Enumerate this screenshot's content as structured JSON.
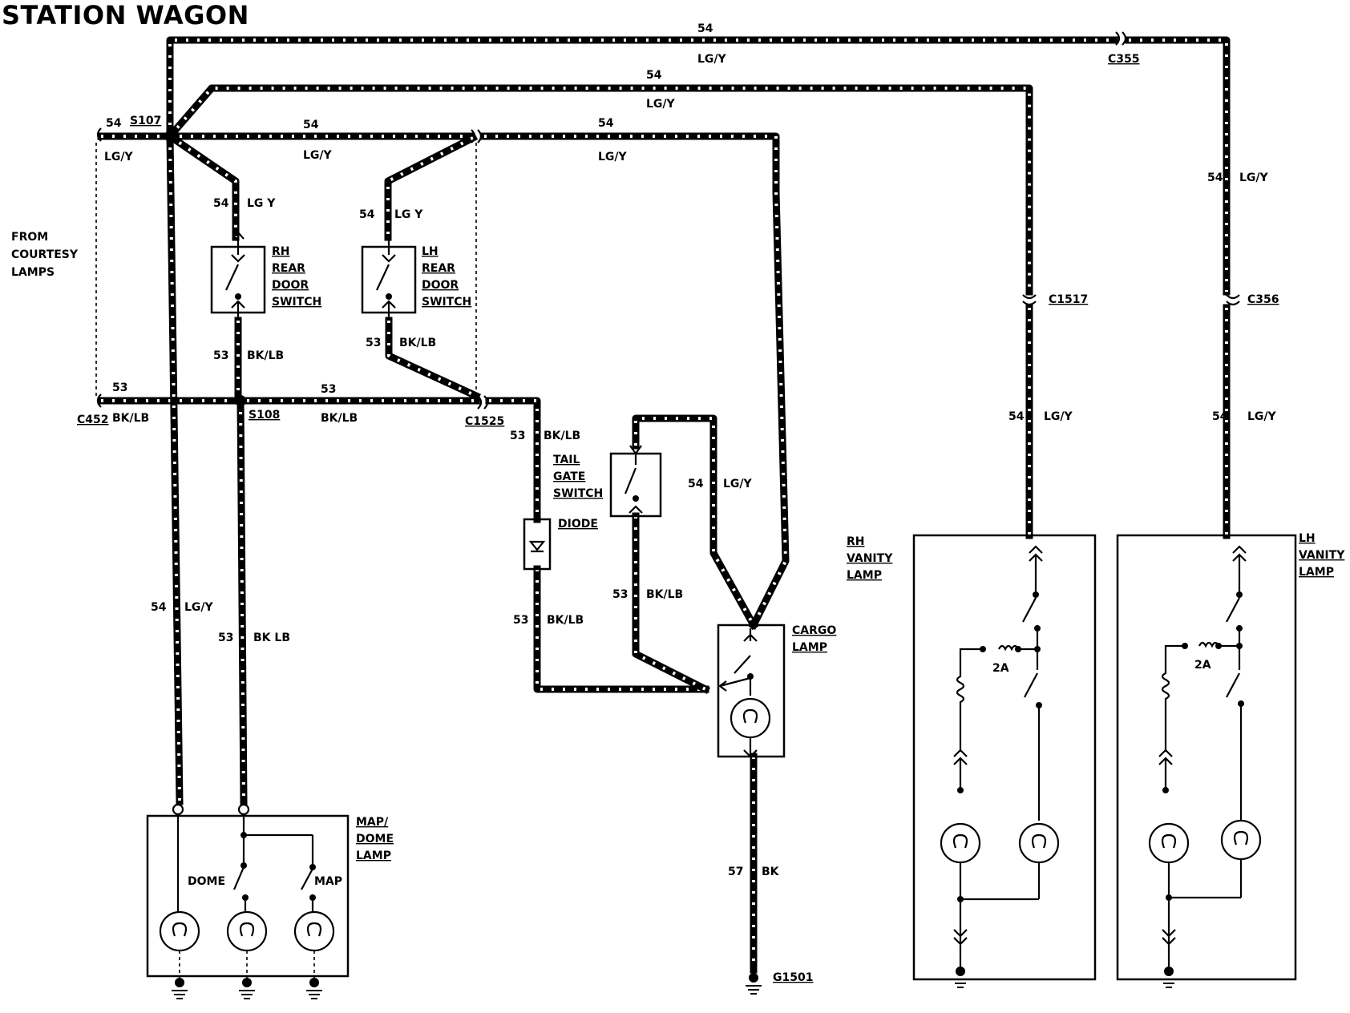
{
  "title": "STATION WAGON",
  "wire_labels": {
    "top_54": "54",
    "top_lgy": "LG/Y",
    "second_54": "54",
    "second_lgy": "LG/Y",
    "mid_left_54": "54",
    "mid_left_lgy": "LG/Y",
    "mid_center_54": "54",
    "mid_center_lgy": "LG/Y",
    "mid_right_54": "54",
    "mid_right_lgy": "LG/Y",
    "rh_switch_54": "54",
    "rh_switch_lgy": "LG Y",
    "lh_switch_54": "54",
    "lh_switch_lgy": "LG Y",
    "rh_switch_53": "53",
    "rh_switch_bklb": "BK/LB",
    "lh_switch_53": "53",
    "lh_switch_bklb": "BK/LB",
    "low_left_53": "53",
    "low_left_bklb": "BK/LB",
    "low_center_53": "53",
    "low_center_bklb": "BK/LB",
    "c1525_53": "53",
    "c1525_bklb": "BK/LB",
    "diode_53": "53",
    "diode_bklb": "BK/LB",
    "tailgate_53": "53",
    "tailgate_bklb": "BK/LB",
    "cargo_54": "54",
    "cargo_lgy": "LG/Y",
    "map_54": "54",
    "map_lgy": "LG/Y",
    "map_53": "53",
    "map_bklb": "BK LB",
    "ground_57": "57",
    "ground_bk": "BK",
    "rhv_top_54": "54",
    "rhv_top_lgy": "LG/Y",
    "rhv_bot_54": "54",
    "rhv_bot_lgy": "LG/Y",
    "lhv_top_54": "54",
    "lhv_top_lgy": "LG/Y",
    "lhv_bot_54": "54",
    "lhv_bot_lgy": "LG/Y"
  },
  "connectors": {
    "s107": "S107",
    "s108": "S108",
    "c452": "C452",
    "c1525": "C1525",
    "c355": "C355",
    "c1517": "C1517",
    "c356": "C356",
    "g1501": "G1501"
  },
  "components": {
    "from_courtesy": [
      "FROM",
      "COURTESY",
      "LAMPS"
    ],
    "rh_rear_door_switch": [
      "RH",
      "REAR",
      "DOOR",
      "SWITCH"
    ],
    "lh_rear_door_switch": [
      "LH",
      "REAR",
      "DOOR",
      "SWITCH"
    ],
    "tail_gate_switch": [
      "TAIL",
      "GATE",
      "SWITCH"
    ],
    "diode": "DIODE",
    "cargo_lamp": [
      "CARGO",
      "LAMP"
    ],
    "map_dome_lamp": [
      "MAP/",
      "DOME",
      "LAMP"
    ],
    "dome": "DOME",
    "map": "MAP",
    "rh_vanity_lamp": [
      "RH",
      "VANITY",
      "LAMP"
    ],
    "lh_vanity_lamp": [
      "LH",
      "VANITY",
      "LAMP"
    ],
    "fuse_rh": "2A",
    "fuse_lh": "2A"
  }
}
